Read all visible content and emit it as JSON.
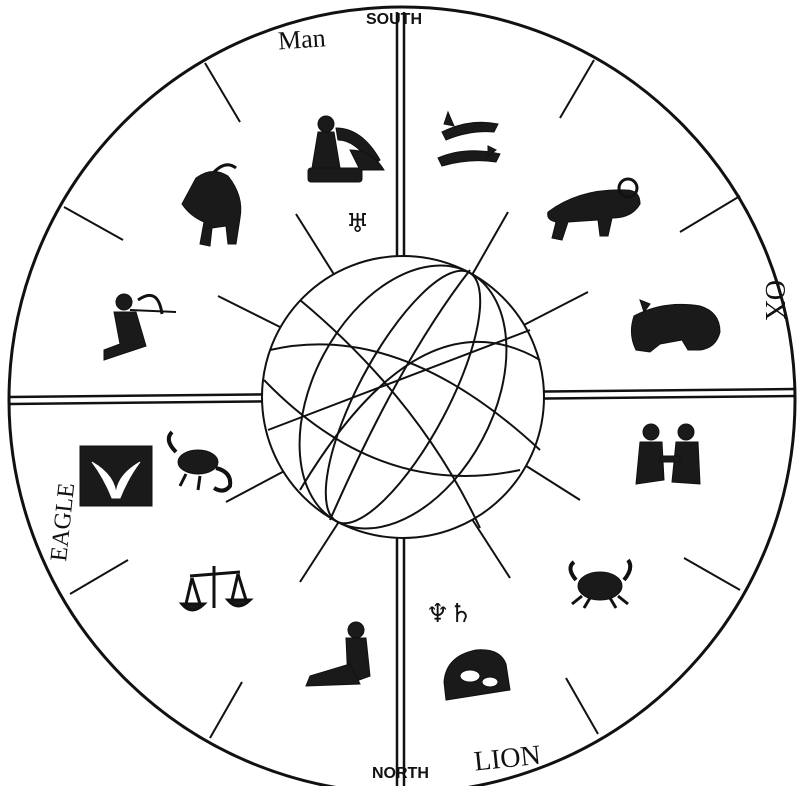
{
  "diagram": {
    "labels": {
      "south": "SOUTH",
      "north": "NORTH",
      "man": "Man",
      "ox": "OX",
      "eagle": "EAGLE",
      "lion": "LION"
    },
    "planet_symbols": {
      "upper": "♅",
      "lower": "♆♄"
    },
    "zodiac_signs": [
      {
        "name": "aquarius-water-bearer"
      },
      {
        "name": "pisces-fishes"
      },
      {
        "name": "aries-ram"
      },
      {
        "name": "taurus-bull"
      },
      {
        "name": "gemini-twins"
      },
      {
        "name": "cancer-crab"
      },
      {
        "name": "leo-lion"
      },
      {
        "name": "virgo-virgin"
      },
      {
        "name": "libra-scales"
      },
      {
        "name": "scorpio-scorpion"
      },
      {
        "name": "sagittarius-archer"
      },
      {
        "name": "capricorn-goat"
      }
    ],
    "emblems": [
      {
        "name": "eagle-emblem"
      }
    ]
  }
}
